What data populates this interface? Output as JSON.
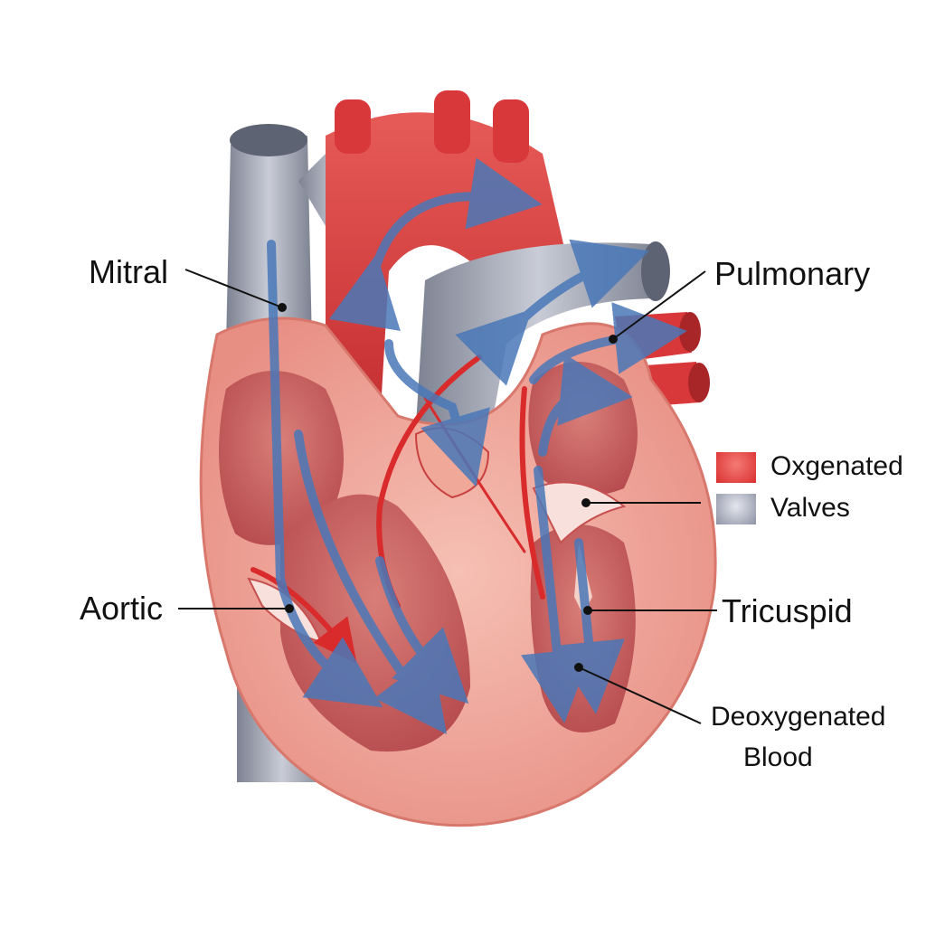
{
  "diagram": {
    "title": "",
    "subject": "Human heart cross-section with blood flow arrows",
    "labels": {
      "mitral": "Mitral",
      "pulmonary": "Pulmonary",
      "aortic": "Aortic",
      "tricuspid": "Tricuspid",
      "deoxygenated_line1": "Deoxygenated",
      "deoxygenated_line2": "Blood"
    },
    "legend": [
      {
        "label": "Oxgenated",
        "color": "#e0393a"
      },
      {
        "label": "Valves",
        "color": "#a9acbb"
      }
    ],
    "colors": {
      "artery_red": "#d9383a",
      "vein_gray": "#9a9fae",
      "muscle_pink": "#f0a59a",
      "chamber_dark": "#c0585a",
      "flow_arrow_blue": "#4a78b8",
      "leader_line": "#111111"
    }
  }
}
